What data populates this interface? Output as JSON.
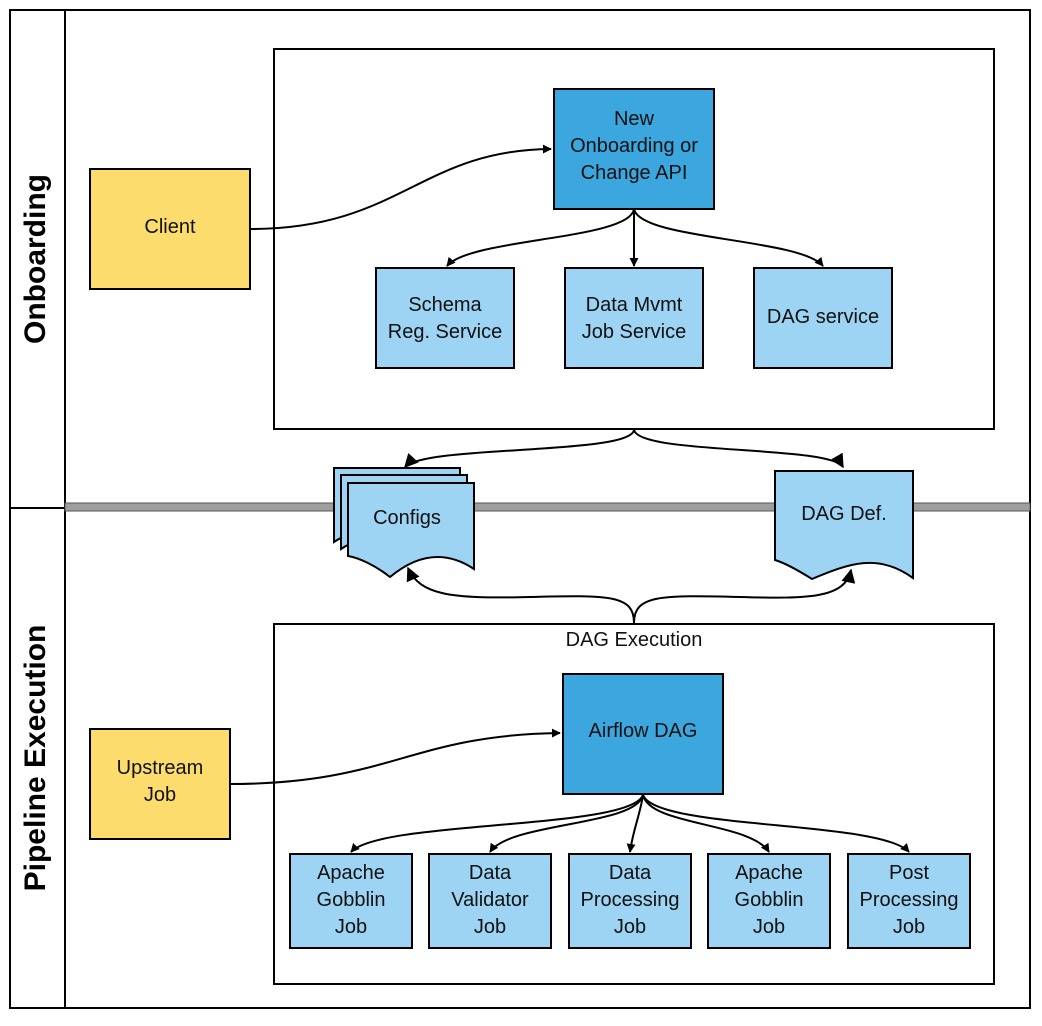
{
  "lanes": {
    "onboarding": "Onboarding",
    "pipeline": "Pipeline Execution"
  },
  "onboarding": {
    "client": "Client",
    "api": [
      "New",
      "Onboarding or",
      "Change API"
    ],
    "schema": [
      "Schema",
      "Reg. Service"
    ],
    "data_mvmt": [
      "Data Mvmt",
      "Job Service"
    ],
    "dag_service": "DAG service"
  },
  "artifacts": {
    "configs": "Configs",
    "dag_def": "DAG Def."
  },
  "execution": {
    "group_title": "DAG Execution",
    "upstream": [
      "Upstream",
      "Job"
    ],
    "airflow": "Airflow DAG",
    "jobs": [
      [
        "Apache",
        "Gobblin",
        "Job"
      ],
      [
        "Data",
        "Validator",
        "Job"
      ],
      [
        "Data",
        "Processing",
        "Job"
      ],
      [
        "Apache",
        "Gobblin",
        "Job"
      ],
      [
        "Post",
        "Processing",
        "Job"
      ]
    ]
  },
  "colors": {
    "dark_blue": "#3ca6de",
    "light_blue": "#9dd3f3",
    "yellow": "#fddc6e",
    "divider": "#9e9e9e"
  }
}
